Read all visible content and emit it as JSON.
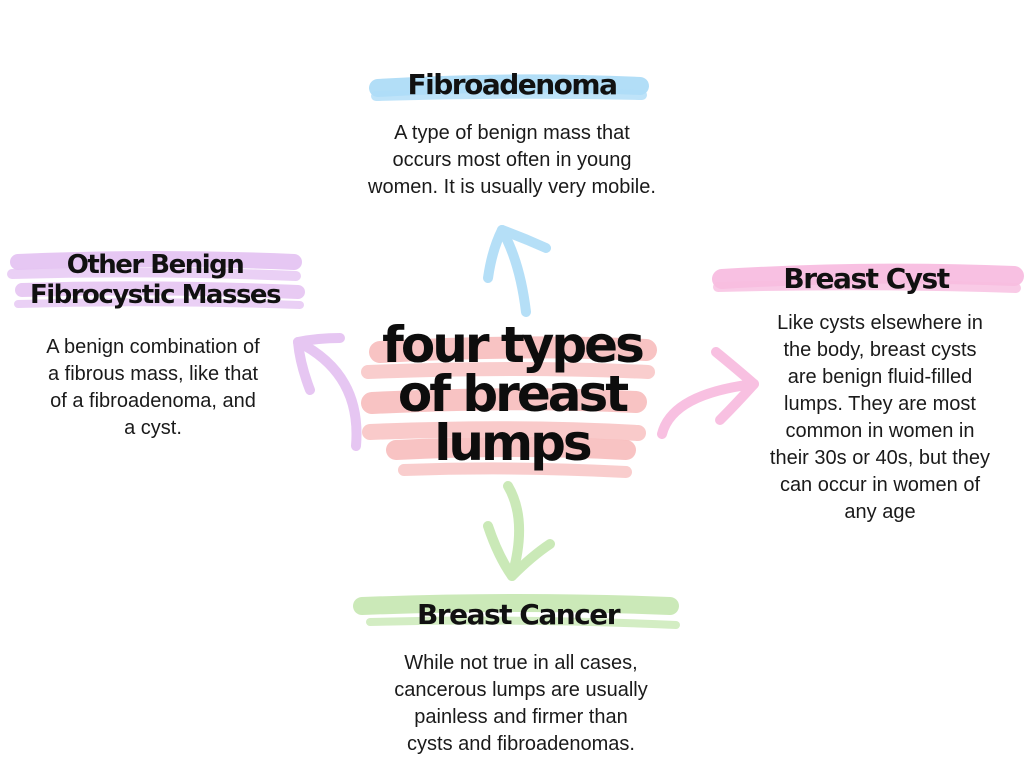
{
  "center": {
    "line1": "four types",
    "line2": "of breast",
    "line3": "lumps"
  },
  "nodes": {
    "fibroadenoma": {
      "title": "Fibroadenoma",
      "lines": [
        "A type of benign mass that",
        "occurs most often in young",
        "women. It is usually very mobile."
      ],
      "color": "#aedcf7"
    },
    "cyst": {
      "title": "Breast Cyst",
      "lines": [
        "Like cysts elsewhere in",
        "the body, breast cysts",
        "are benign fluid-filled",
        "lumps. They are most",
        "common in women in",
        "their 30s or 40s, but they",
        "can occur in women of",
        "any age"
      ],
      "color": "#f8bde0"
    },
    "cancer": {
      "title": "Breast Cancer",
      "lines": [
        "While not true in all cases,",
        "cancerous lumps are usually",
        "painless and firmer than",
        "cysts and fibroadenomas."
      ],
      "color": "#c8e8b4"
    },
    "other": {
      "title_line1": "Other Benign",
      "title_line2": "Fibrocystic Masses",
      "lines": [
        "A benign combination of",
        "a fibrous mass, like that",
        "of a fibroadenoma, and",
        "a cyst."
      ],
      "color": "#e5c4f2"
    }
  },
  "colors": {
    "center_highlight": "#f7b8b8",
    "text": "#111111"
  }
}
